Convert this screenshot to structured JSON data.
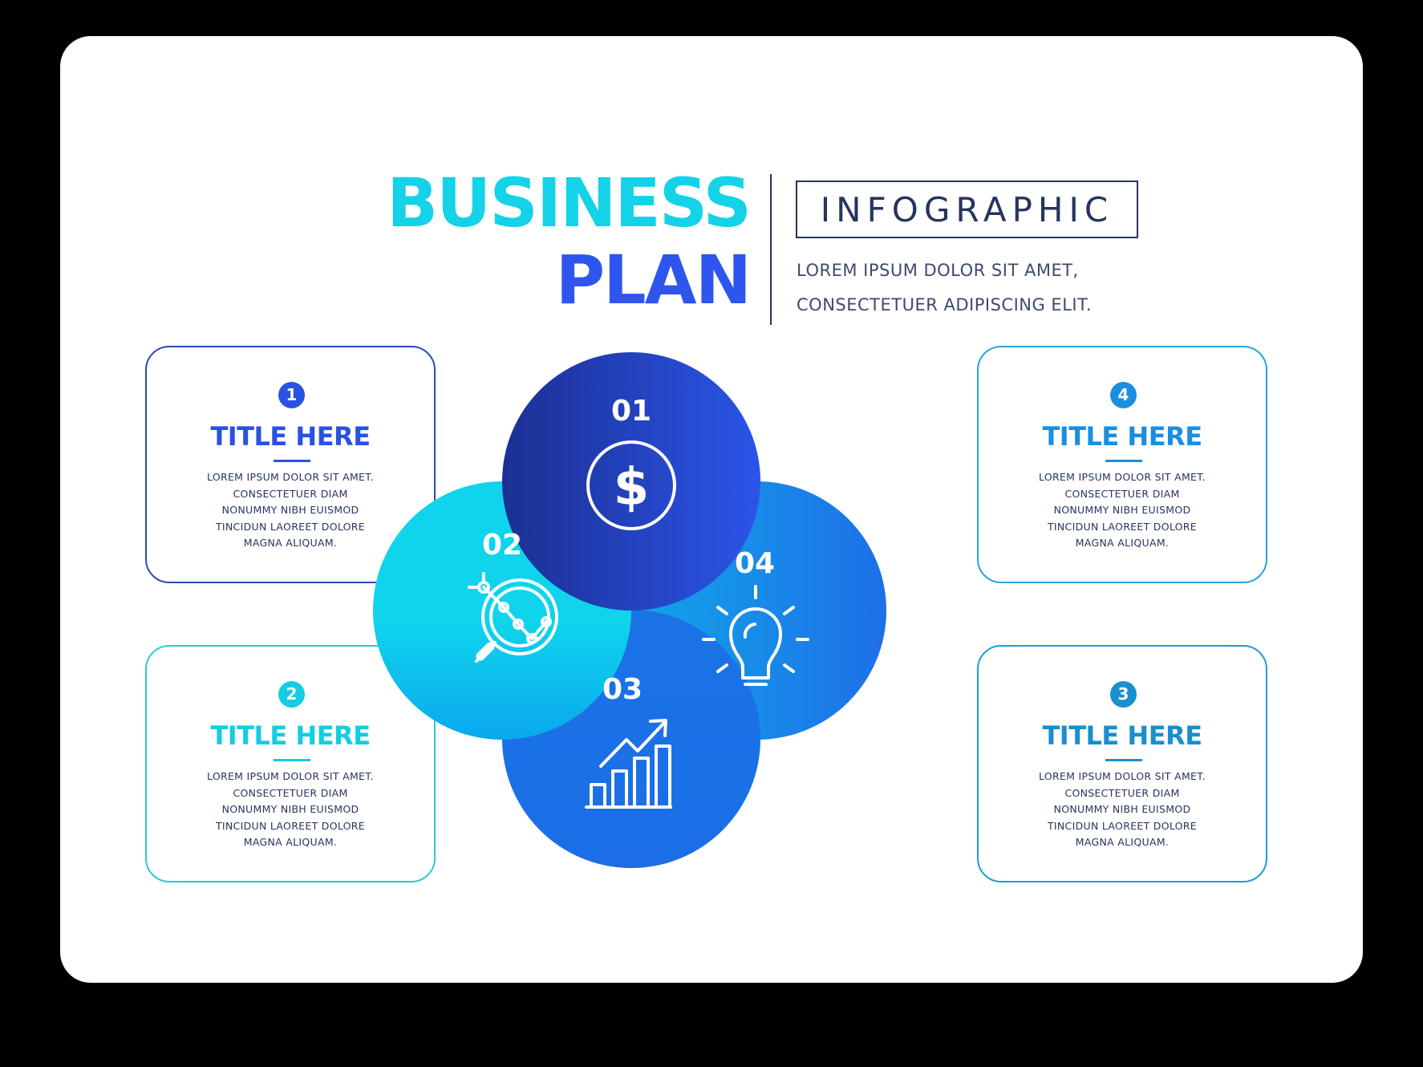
{
  "header": {
    "title_line1": "BUSINESS",
    "title_line2": "PLAN",
    "badge": "INFOGRAPHIC",
    "subtitle_line1": "LOREM IPSUM DOLOR SIT AMET,",
    "subtitle_line2": "CONSECTETUER ADIPISCING ELIT."
  },
  "circles": [
    {
      "label": "01",
      "icon": "dollar-icon",
      "color_from": "#1c2f93",
      "color_to": "#2b55e8"
    },
    {
      "label": "02",
      "icon": "magnifier-chart-icon",
      "color_from": "#0fd4ec",
      "color_to": "#0aa8ee"
    },
    {
      "label": "03",
      "icon": "growth-chart-icon",
      "color_from": "#1a73e6",
      "color_to": "#1b6ee6"
    },
    {
      "label": "04",
      "icon": "lightbulb-icon",
      "color_from": "#11a6e8",
      "color_to": "#1e6fe8"
    }
  ],
  "boxes": [
    {
      "number": "1",
      "title": "TITLE HERE",
      "color": "#2a52e2",
      "border": "#2a4bb8",
      "lines": [
        "LOREM IPSUM DOLOR SIT AMET.",
        "CONSECTETUER DIAM",
        "NONUMMY NIBH EUISMOD",
        "TINCIDUN LAOREET DOLORE",
        "MAGNA ALIQUAM."
      ]
    },
    {
      "number": "2",
      "title": "TITLE HERE",
      "color": "#13cde3",
      "border": "#2cc8de",
      "lines": [
        "LOREM IPSUM DOLOR SIT AMET.",
        "CONSECTETUER DIAM",
        "NONUMMY NIBH EUISMOD",
        "TINCIDUN LAOREET DOLORE",
        "MAGNA ALIQUAM."
      ]
    },
    {
      "number": "4",
      "title": "TITLE HERE",
      "color": "#1a8ee0",
      "border": "#29a3dd",
      "lines": [
        "LOREM IPSUM DOLOR SIT AMET.",
        "CONSECTETUER DIAM",
        "NONUMMY NIBH EUISMOD",
        "TINCIDUN LAOREET DOLORE",
        "MAGNA ALIQUAM."
      ]
    },
    {
      "number": "3",
      "title": "TITLE HERE",
      "color": "#1a8fcf",
      "border": "#1f9ed0",
      "lines": [
        "LOREM IPSUM DOLOR SIT AMET.",
        "CONSECTETUER DIAM",
        "NONUMMY NIBH EUISMOD",
        "TINCIDUN LAOREET DOLORE",
        "MAGNA ALIQUAM."
      ]
    }
  ]
}
